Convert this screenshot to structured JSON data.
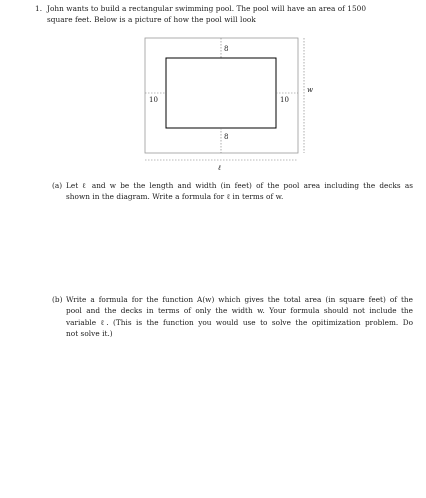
{
  "problem": {
    "number": "1.",
    "intro_line1": "John wants to build a rectangular swimming pool. The pool will have an area of 1500",
    "intro_line2": "square feet. Below is a picture of how the pool will look"
  },
  "diagram": {
    "top_deck": "8",
    "bottom_deck": "8",
    "left_deck": "10",
    "right_deck": "10",
    "width_var": "w",
    "length_var": "ℓ"
  },
  "part_a": {
    "label": "(a)",
    "line1": "Let ℓ and w be the length and width (in feet) of the pool area including the decks as",
    "line2": "shown in the diagram. Write a formula for ℓ in terms of w."
  },
  "part_b": {
    "label": "(b)",
    "line1": "Write a formula for the function A(w) which gives the total area (in square feet) of the",
    "line2": "pool and the decks in terms of only the width w. Your formula should not include the",
    "line3": "variable ℓ. (This is the function you would use to solve the opitimization problem. Do",
    "line4": "not solve it.)"
  }
}
